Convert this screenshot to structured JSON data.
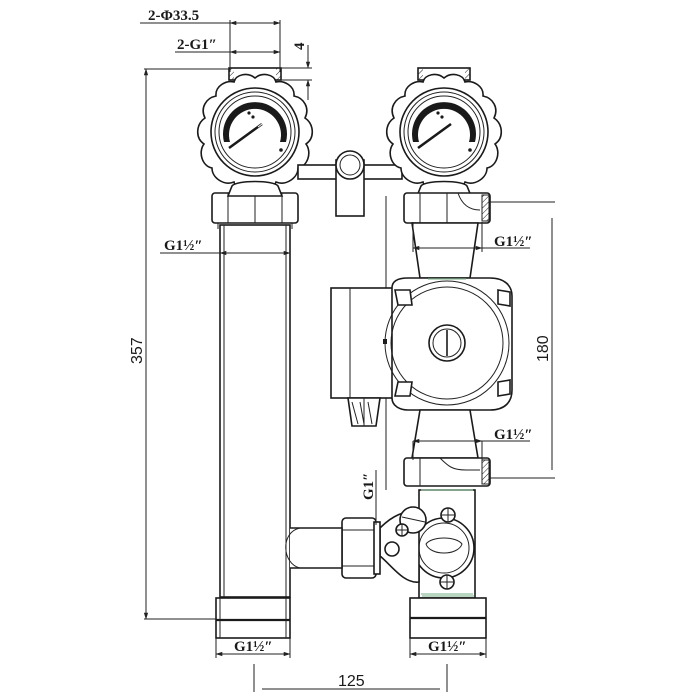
{
  "diagram": {
    "title": "Pump group assembly – technical drawing",
    "line_color": "#1a1a1a",
    "accent_color": "#8fbf9a"
  },
  "labels": {
    "top_outlet_diameter": "2-Φ33.5",
    "top_outlet_thread": "2-G1″",
    "top_offset": "4",
    "left_upper_thread": "G1½″",
    "right_upper_thread": "G1½″",
    "right_lower_thread": "G1½″",
    "bypass_thread": "G1″",
    "bottom_left_thread": "G1½″",
    "bottom_right_thread": "G1½″",
    "overall_height": "357",
    "pump_length": "180",
    "center_distance": "125"
  },
  "components": [
    {
      "name": "Left thermometer ball valve",
      "icon": "thermometer-gauge-icon"
    },
    {
      "name": "Right thermometer ball valve",
      "icon": "thermometer-gauge-icon"
    },
    {
      "name": "Circulation pump",
      "icon": "pump-icon"
    },
    {
      "name": "Mixing / bypass valve",
      "icon": "valve-icon"
    },
    {
      "name": "Return pipe",
      "icon": "pipe-icon"
    }
  ]
}
